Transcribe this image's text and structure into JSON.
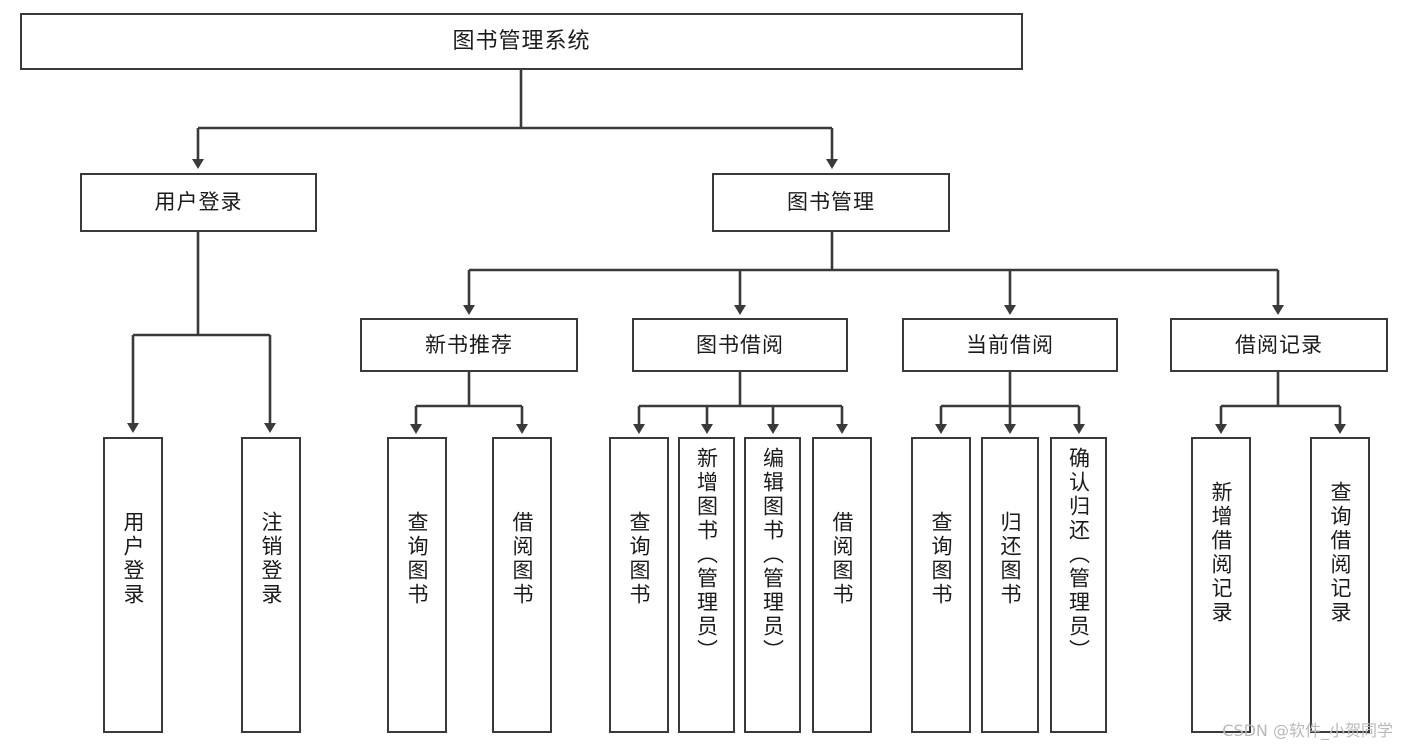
{
  "diagram": {
    "title": "图书管理系统",
    "watermark": "CSDN @软件_小贺同学",
    "levels": {
      "root": "图书管理系统",
      "level2": [
        "用户登录",
        "图书管理"
      ],
      "level3": [
        "新书推荐",
        "图书借阅",
        "当前借阅",
        "借阅记录"
      ]
    },
    "nodes": {
      "root": "图书管理系统",
      "user_login": "用户登录",
      "book_manage": "图书管理",
      "new_book_rec": "新书推荐",
      "book_borrow": "图书借阅",
      "current_borrow": "当前借阅",
      "borrow_record": "借阅记录",
      "leaf_user_login": "用户登录",
      "leaf_user_logout": "注销登录",
      "leaf_query_book_1": "查询图书",
      "leaf_borrow_book_1": "借阅图书",
      "leaf_query_book_2": "查询图书",
      "leaf_add_book_admin": "新增图书（管理员）",
      "leaf_edit_book_admin": "编辑图书（管理员）",
      "leaf_borrow_book_2": "借阅图书",
      "leaf_query_book_3": "查询图书",
      "leaf_return_book": "归还图书",
      "leaf_confirm_return_admin": "确认归还（管理员）",
      "leaf_add_record": "新增借阅记录",
      "leaf_query_record": "查询借阅记录"
    },
    "colors": {
      "stroke": "#3a3a3a",
      "text": "#1b1b1b",
      "background": "#ffffff",
      "watermark": "#b9b9b9"
    }
  }
}
